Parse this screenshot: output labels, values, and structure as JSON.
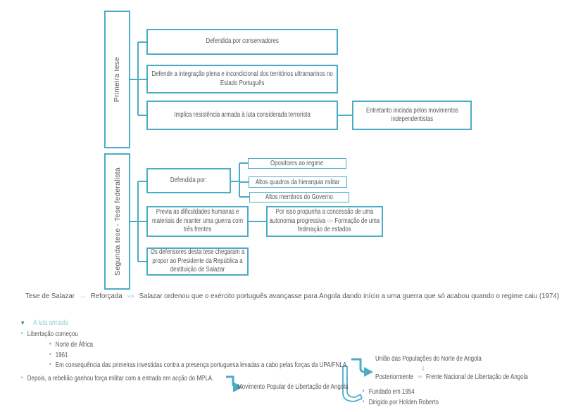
{
  "colors": {
    "accent": "#4BACC6",
    "text": "#595959",
    "light_blue": "#92CDDC",
    "heart_teal": "#31859B"
  },
  "glyphs": {
    "bullet": "•",
    "heart": "♥",
    "arrow_right": "→",
    "double_chev": "»»",
    "double_arrow_right": "⇒",
    "double_arrow_down": "⇓"
  },
  "tese1": {
    "label": "Primeira tese",
    "boxes": [
      "Defendida por conservadores",
      "Defende a integração plena e incondicional dos territórios ultramarinos no Estado Português",
      "Implica resistência armada à luta considerada terrorista"
    ],
    "side_box": "Entretanto iniciada pelos movimentos independentistas"
  },
  "tese2": {
    "label": "Segunda tese - Tese federalista",
    "defendida": "Defendida por:",
    "supporters": [
      "Opositores ao regime",
      "Altos quadros da hierarquia militar",
      "Altos membros do Governo"
    ],
    "previa": "Previa as dificuldades humanas e materiais de manter uma guerra com três frentes",
    "por_isso": {
      "before": "Por isso propunha a concessão de uma autonomia progressiva",
      "chev": "»»",
      "after": "Formação de uma federação de estados"
    },
    "defensores": "Os defensores desta tese chegaram a propor ao Presidente da República a destituição de Salazar"
  },
  "salazar_line": {
    "p1": "Tese de Salazar",
    "a1": "→",
    "p2": "Reforçada",
    "a2": "»»",
    "p3": "Salazar ordenou que o exército português avançasse para Angola dando início a uma guerra que só acabou quando o regime caiu (1974)"
  },
  "armada": {
    "title": "A luta armada",
    "item1": "Libertação começou",
    "sub1": "Norte de África",
    "sub2": "1961",
    "sub3": "Em consequência das primeiras investidas contra a presença portuguesa levadas a cabo pelas forças da UPA/FNLA",
    "item2": "Depois, a rebelião ganhou força militar com a entrada em acção do MPLA."
  },
  "annotations": {
    "upa_full": "União das Populações do Norte de Angola",
    "posteriormente": "Posteriormente",
    "fnla_full": "Frente Nacional de Libertação de Angola",
    "fact1": "Fundado em 1954",
    "fact2": "Dirigido por Holden Roberto",
    "mpla_full": "Movimento Popular de Libertação de Angola"
  }
}
